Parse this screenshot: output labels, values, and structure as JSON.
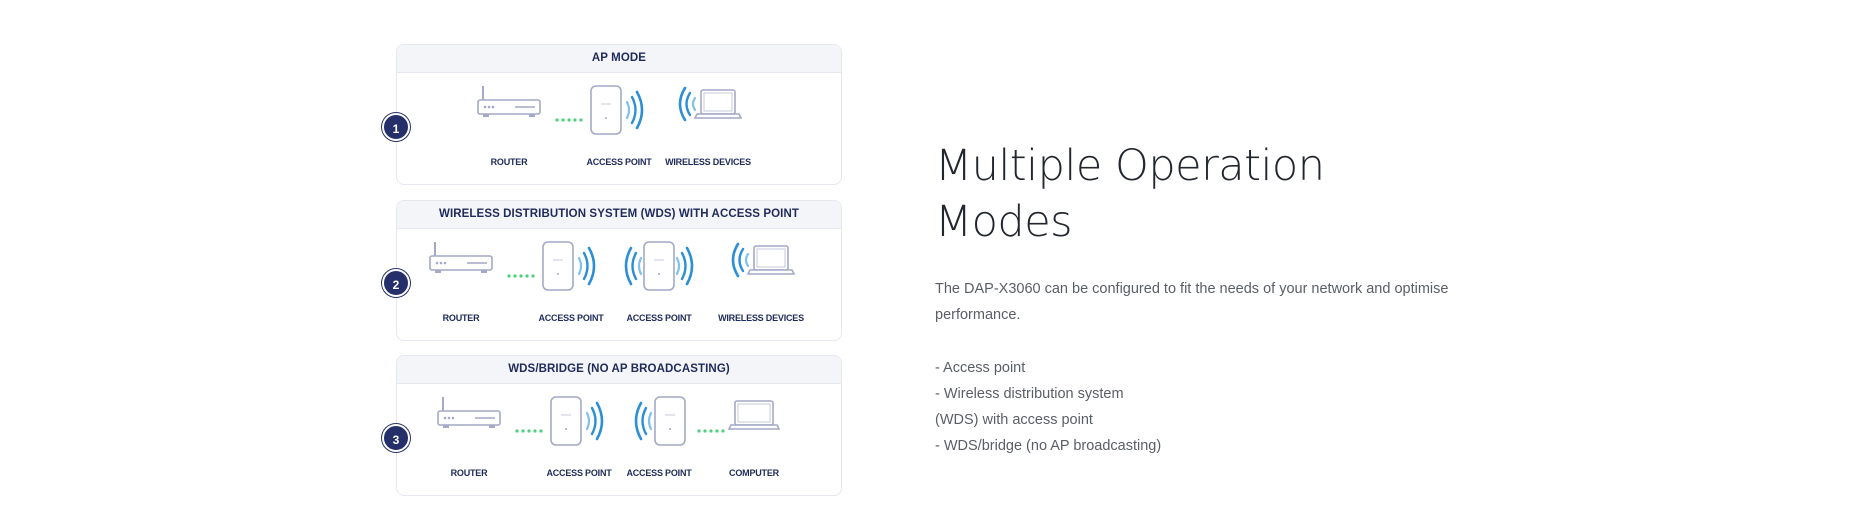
{
  "modes": [
    {
      "number": "1",
      "title": "AP MODE",
      "devices": [
        {
          "type": "router",
          "label": "ROUTER"
        },
        {
          "type": "access-point",
          "label": "ACCESS POINT"
        },
        {
          "type": "laptop",
          "label": "WIRELESS DEVICES"
        }
      ]
    },
    {
      "number": "2",
      "title": "WIRELESS DISTRIBUTION SYSTEM (WDS) WITH ACCESS POINT",
      "devices": [
        {
          "type": "router",
          "label": "ROUTER"
        },
        {
          "type": "access-point",
          "label": "ACCESS POINT"
        },
        {
          "type": "access-point",
          "label": "ACCESS POINT"
        },
        {
          "type": "laptop",
          "label": "WIRELESS DEVICES"
        }
      ]
    },
    {
      "number": "3",
      "title": "WDS/BRIDGE (NO AP BROADCASTING)",
      "devices": [
        {
          "type": "router",
          "label": "ROUTER"
        },
        {
          "type": "access-point",
          "label": "ACCESS POINT"
        },
        {
          "type": "access-point",
          "label": "ACCESS POINT"
        },
        {
          "type": "computer",
          "label": "COMPUTER"
        }
      ]
    }
  ],
  "section": {
    "title": "Multiple Operation Modes",
    "intro": "The DAP-X3060 can be configured to fit the needs of your network and optimise performance.",
    "features": [
      "- Access point",
      "- Wireless distribution system",
      "(WDS) with access point",
      "- WDS/bridge (no AP broadcasting)"
    ]
  },
  "colors": {
    "navy": "#25306a",
    "wave_blue": "#2a8fd6",
    "link_green": "#4cd07d",
    "outline": "#a3a9c6"
  }
}
